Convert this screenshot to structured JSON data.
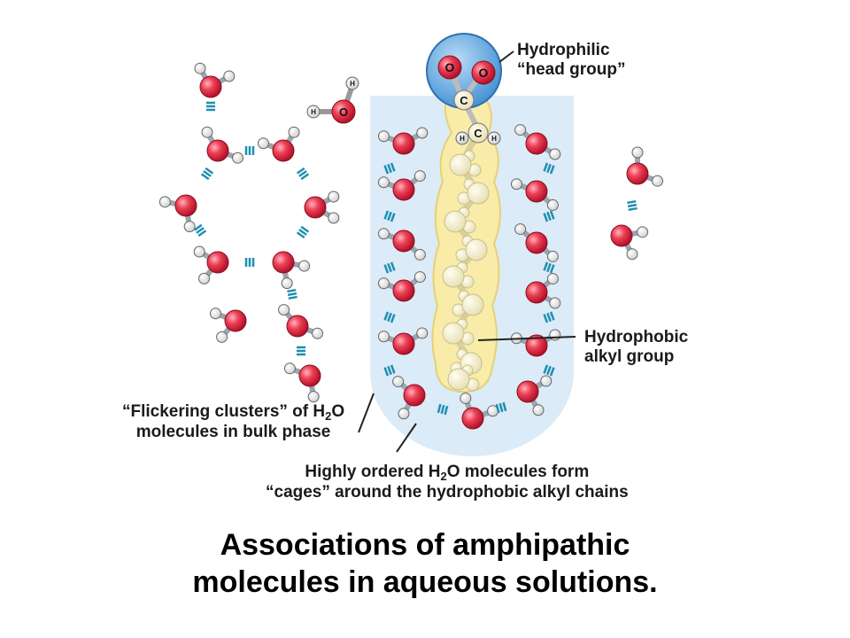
{
  "labels": {
    "head": {
      "line1": "Hydrophilic",
      "line2": "“head group”"
    },
    "tail": {
      "line1": "Hydrophobic",
      "line2": "alkyl group"
    },
    "clusters": {
      "l1a": "“Flickering clusters” of H",
      "l1sub": "2",
      "l1b": "O",
      "line2": "molecules in bulk phase"
    },
    "cages": {
      "l1a": "Highly ordered H",
      "l1sub": "2",
      "l1b": "O molecules form",
      "line2": "“cages” around the hydrophobic alkyl chains"
    }
  },
  "atoms": {
    "oxygen": "O",
    "hydrogen": "H",
    "carbon": "C"
  },
  "caption": {
    "line1": "Associations of amphipathic",
    "line2": "molecules in aqueous solutions."
  },
  "colors": {
    "oxygen": "#e8334a",
    "hydrogen": "#ffffff",
    "cage_bg": "#dcebf8",
    "chain": "#f8eca8",
    "head": "#5aa9e2",
    "hbond": "#1f8fb0"
  }
}
